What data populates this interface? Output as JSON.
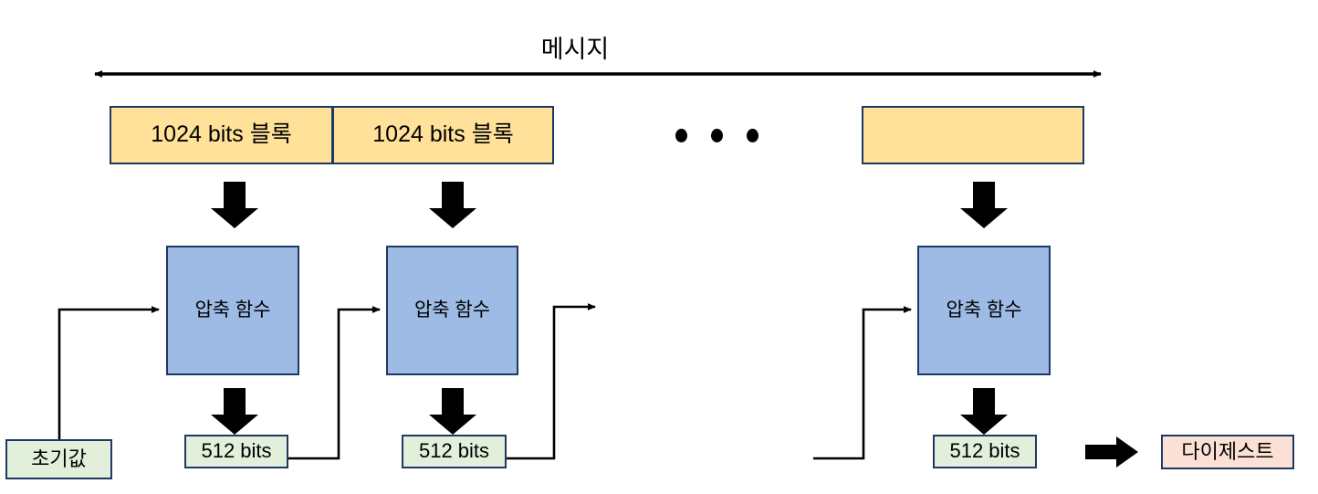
{
  "diagram": {
    "title": "메시지",
    "message_span_label": "메시지",
    "ellipsis": "• • •",
    "blocks": [
      {
        "label": "1024 bits 블록"
      },
      {
        "label": "1024 bits 블록"
      },
      {
        "label": ""
      }
    ],
    "compression_functions": [
      {
        "label": "압축 함수"
      },
      {
        "label": "압축 함수"
      },
      {
        "label": "압축 함수"
      }
    ],
    "chaining_values": [
      {
        "label": "512 bits"
      },
      {
        "label": "512 bits"
      },
      {
        "label": "512 bits"
      }
    ],
    "initial_value": {
      "label": "초기값"
    },
    "digest": {
      "label": "다이제스트"
    },
    "colors": {
      "block_fill": "#ffe199",
      "compression_fill": "#9dbbe4",
      "chaining_fill": "#e2efda",
      "digest_fill": "#fbe0d5",
      "border": "#1f3864",
      "arrow": "#000000",
      "background": "#ffffff"
    }
  }
}
